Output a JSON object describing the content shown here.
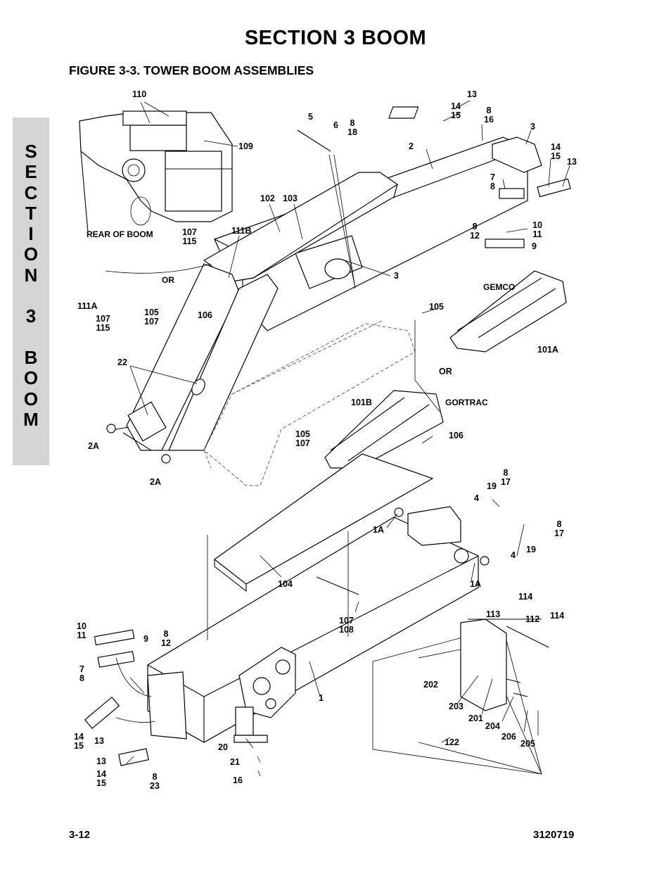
{
  "page": {
    "section_title": "SECTION 3   BOOM",
    "figure_title": "FIGURE 3-3.    TOWER BOOM ASSEMBLIES",
    "side_tab": [
      "S",
      "E",
      "C",
      "T",
      "I",
      "O",
      "N",
      " ",
      "3",
      " ",
      "B",
      "O",
      "O",
      "M"
    ],
    "page_number": "3-12",
    "document_number": "3120719"
  },
  "callouts": {
    "c110": "110",
    "c109": "109",
    "c5": "5",
    "c6": "6",
    "c8_18": "8\n18",
    "c2": "2",
    "c13_top": "13",
    "c14_15_top": "14\n15",
    "c8_16": "8\n16",
    "c3_top": "3",
    "c14_15_right": "14\n15",
    "c13_right": "13",
    "c7_8_right": "7\n8",
    "c102": "102",
    "c103": "103",
    "c107_115_a": "107\n115",
    "c111b": "111B",
    "rear_of_boom": "REAR OF BOOM",
    "c8_12_right": "8\n12",
    "c10_11_right": "10\n11",
    "c9_right": "9",
    "c3_mid": "3",
    "or_1": "OR",
    "gemco": "GEMCO",
    "c111a": "111A",
    "c107_115_b": "107\n115",
    "c105_107_a": "105\n107",
    "c106_a": "106",
    "c105_a": "105",
    "c101a": "101A",
    "c22": "22",
    "or_2": "OR",
    "gortrac": "GORTRAC",
    "c101b": "101B",
    "c2a_a": "2A",
    "c2a_b": "2A",
    "c105_107_b": "105\n107",
    "c106_b": "106",
    "c8_17_a": "8\n17",
    "c19_a": "19",
    "c4_a": "4",
    "c1a_a": "1A",
    "c8_17_b": "8\n17",
    "c4_b": "4",
    "c19_b": "19",
    "c104": "104",
    "c1a_b": "1A",
    "c114_a": "114",
    "c113": "113",
    "c112": "112",
    "c114_b": "114",
    "c107_108": "107\n108",
    "c10_11_left": "10\n11",
    "c9_left": "9",
    "c8_12_left": "8\n12",
    "c7_8_left": "7\n8",
    "c1": "1",
    "c202": "202",
    "c203": "203",
    "c201": "201",
    "c204": "204",
    "c206": "206",
    "c205": "205",
    "c14_15_left": "14\n15",
    "c13_left": "13",
    "c20": "20",
    "c122": "122",
    "c21": "21",
    "c13_bottom": "13",
    "c14_15_bottom": "14\n15",
    "c8_23": "8\n23",
    "c16_bottom": "16"
  }
}
